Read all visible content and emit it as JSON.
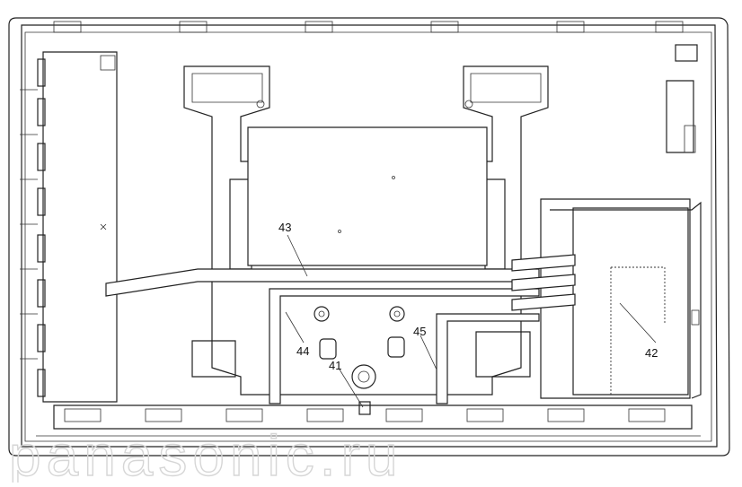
{
  "diagram": {
    "callouts": [
      {
        "id": "41",
        "label": "41"
      },
      {
        "id": "42",
        "label": "42"
      },
      {
        "id": "43",
        "label": "43"
      },
      {
        "id": "44",
        "label": "44"
      },
      {
        "id": "45",
        "label": "45"
      }
    ],
    "watermark": "panasonic.ru"
  }
}
